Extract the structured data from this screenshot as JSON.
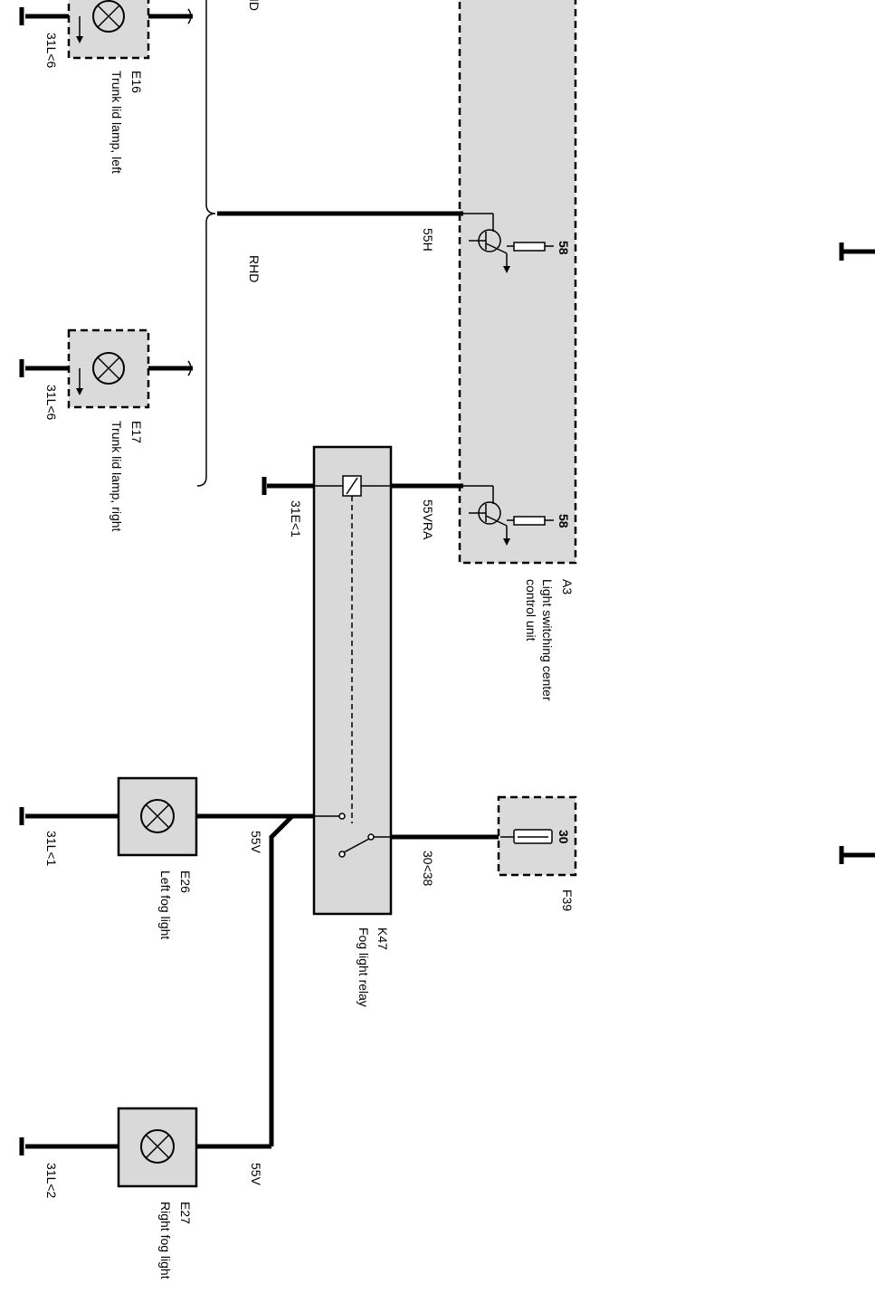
{
  "components": {
    "e16": {
      "id": "E16",
      "name": "Trunk lid lamp, left",
      "ground": "31L<6"
    },
    "e17": {
      "id": "E17",
      "name": "Trunk lid lamp, right",
      "ground": "31L<6"
    },
    "e26": {
      "id": "E26",
      "name": "Left fog light",
      "ground": "31L<1",
      "wire": "55V"
    },
    "e27": {
      "id": "E27",
      "name": "Right fog light",
      "ground": "31L<2",
      "wire": "55V"
    },
    "k47": {
      "id": "K47",
      "name": "Fog light relay",
      "ground": "31E<1"
    },
    "a3": {
      "id": "A3",
      "name_line1": "Light switching center",
      "name_line2": "control unit",
      "pin_top": "58",
      "pin_bottom": "58"
    },
    "f39": {
      "id": "F39",
      "pin": "30"
    }
  },
  "wires": {
    "w55h": "55H",
    "w55vra": "55VRA",
    "w30_38": "30<38"
  },
  "notes": {
    "rhd": "RHD",
    "lhd_partial": "ID"
  }
}
